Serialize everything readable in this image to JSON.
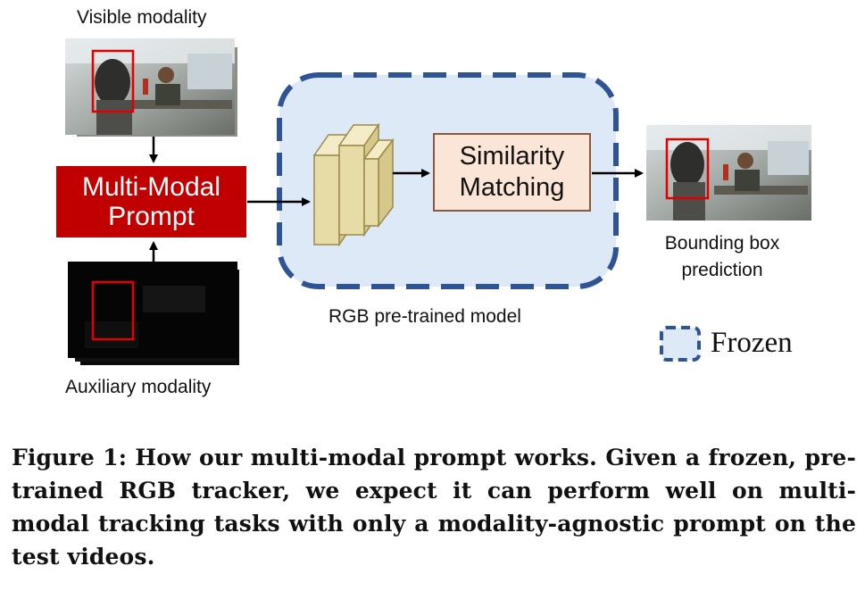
{
  "labels": {
    "visible_modality": "Visible modality",
    "auxiliary_modality": "Auxiliary modality",
    "prompt_line1": "Multi-Modal",
    "prompt_line2": "Prompt",
    "similarity_line1": "Similarity",
    "similarity_line2": "Matching",
    "rgb_model": "RGB pre-trained model",
    "bbox_line1": "Bounding box",
    "bbox_line2": "prediction",
    "legend_frozen": "Frozen"
  },
  "caption": "Figure 1: How our multi-modal prompt works. Given a frozen, pre-trained RGB tracker, we expect it can perform well on multi-modal tracking tasks with only a modality-agnostic prompt on the test videos.",
  "colors": {
    "prompt_fill": "#c00000",
    "frozen_fill": "#dde9f6",
    "frozen_border": "#2f5496",
    "similarity_fill": "#fbe5d6",
    "feature_block_fill": "#e8dca6",
    "bbox_red": "#e00000"
  },
  "icons": {
    "visible_frames": "photo-stack-icon",
    "auxiliary_frames": "depth-image-stack-icon",
    "feature_blocks": "layer-blocks-icon",
    "legend": "dashed-box-icon"
  }
}
